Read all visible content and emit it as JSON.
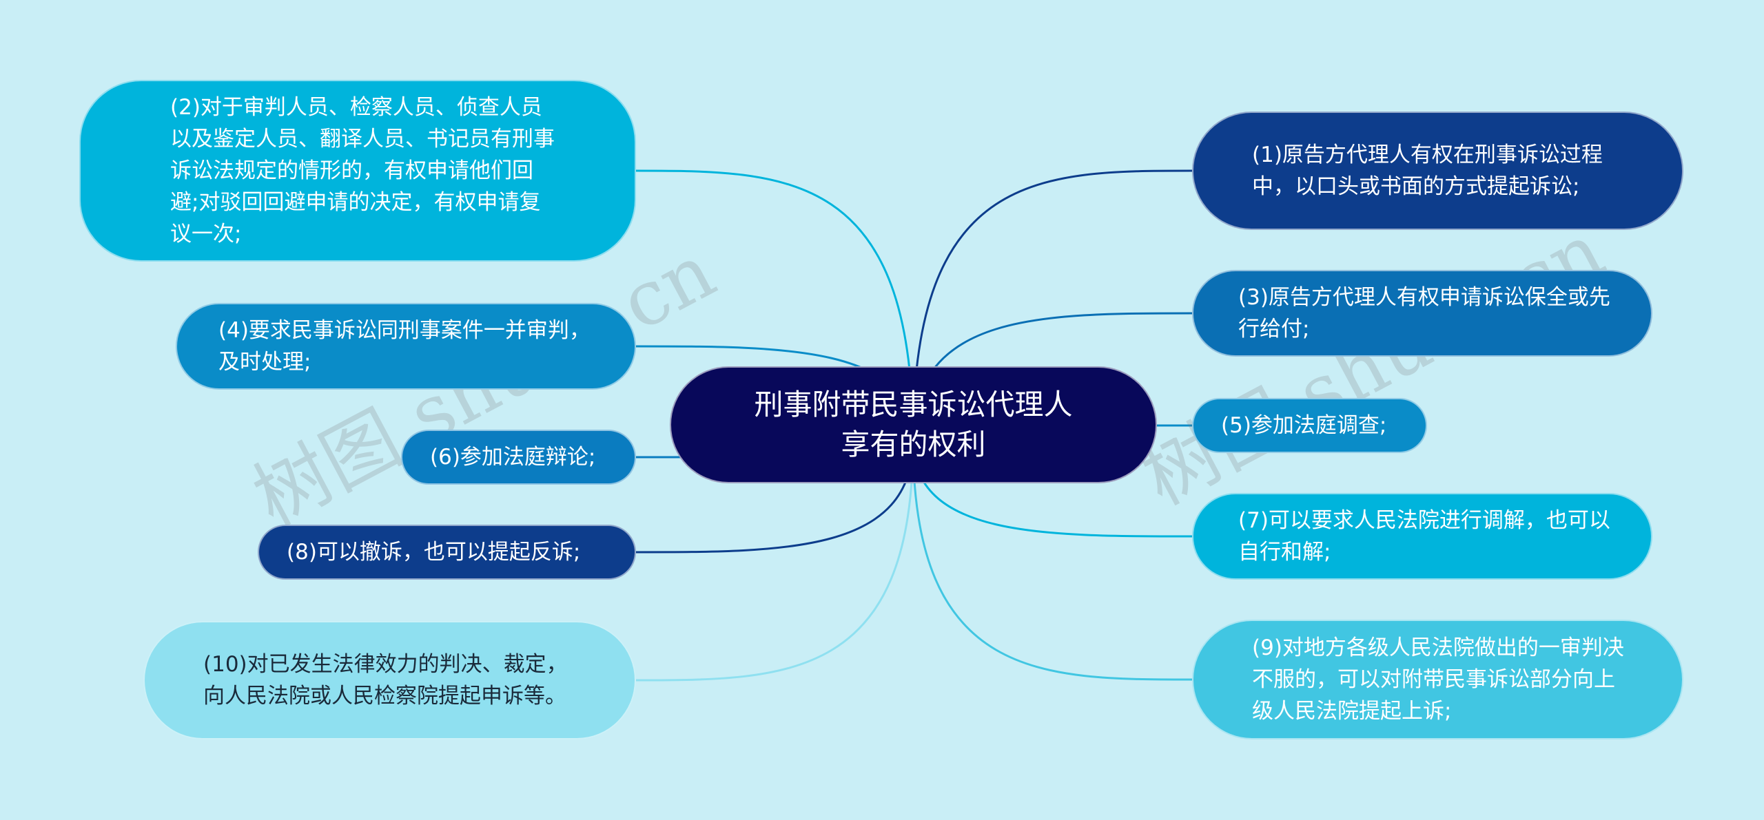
{
  "diagram": {
    "root": {
      "label": "刑事附带民事诉讼代理人享有的权利",
      "color": "#08085a"
    },
    "nodes": [
      {
        "id": "n1",
        "side": "right",
        "color": "#0d3d8c",
        "label": "(1)原告方代理人有权在刑事诉讼过程中，以口头或书面的方式提起诉讼;"
      },
      {
        "id": "n2",
        "side": "left",
        "color": "#00b4dc",
        "label": "(2)对于审判人员、检察人员、侦查人员以及鉴定人员、翻译人员、书记员有刑事诉讼法规定的情形的，有权申请他们回避;对驳回回避申请的决定，有权申请复议一次;"
      },
      {
        "id": "n3",
        "side": "right",
        "color": "#0a6fb4",
        "label": "(3)原告方代理人有权申请诉讼保全或先行给付;"
      },
      {
        "id": "n4",
        "side": "left",
        "color": "#0a8cc8",
        "label": "(4)要求民事诉讼同刑事案件一并审判，及时处理;"
      },
      {
        "id": "n5",
        "side": "right",
        "color": "#0a8cc8",
        "label": "(5)参加法庭调查;"
      },
      {
        "id": "n6",
        "side": "left",
        "color": "#0a7cc0",
        "label": "(6)参加法庭辩论;"
      },
      {
        "id": "n7",
        "side": "right",
        "color": "#00b4dc",
        "label": "(7)可以要求人民法院进行调解，也可以自行和解;"
      },
      {
        "id": "n8",
        "side": "left",
        "color": "#0d3d8c",
        "label": "(8)可以撤诉，也可以提起反诉;"
      },
      {
        "id": "n9",
        "side": "right",
        "color": "#41c6e2",
        "label": "(9)对地方各级人民法院做出的一审判决不服的，可以对附带民事诉讼部分向上级人民法院提起上诉;"
      },
      {
        "id": "n10",
        "side": "left",
        "color": "#8fe0f0",
        "label": "(10)对已发生法律效力的判决、裁定，向人民法院或人民检察院提起申诉等。"
      }
    ]
  },
  "watermark": "树图 shutu.cn"
}
